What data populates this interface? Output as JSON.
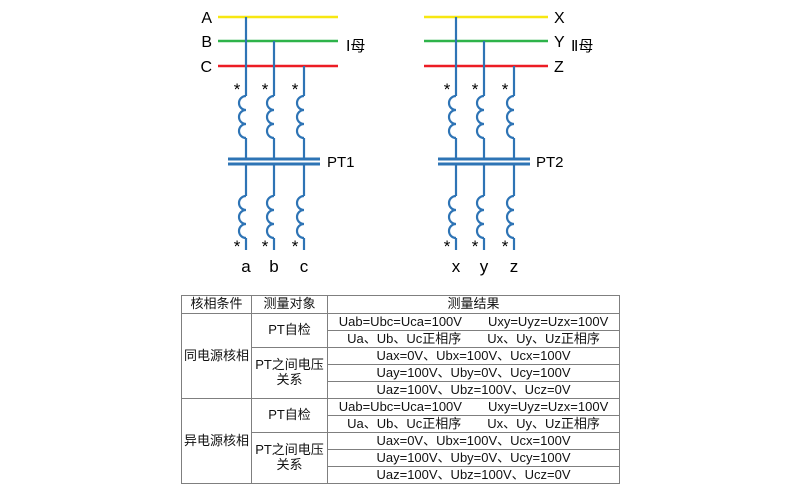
{
  "diagram": {
    "polarity_mark": "*",
    "winding_color": "#2e74b5",
    "bus1": {
      "name": "Ⅰ母",
      "pt_label": "PT1",
      "phases": [
        {
          "label": "A",
          "color": "#f7e711"
        },
        {
          "label": "B",
          "color": "#2eb34a"
        },
        {
          "label": "C",
          "color": "#ec1c24"
        }
      ],
      "terminals": [
        "a",
        "b",
        "c"
      ]
    },
    "bus2": {
      "name": "Ⅱ母",
      "pt_label": "PT2",
      "phases": [
        {
          "label": "X",
          "color": "#f7e711"
        },
        {
          "label": "Y",
          "color": "#2eb34a"
        },
        {
          "label": "Z",
          "color": "#ec1c24"
        }
      ],
      "terminals": [
        "x",
        "y",
        "z"
      ]
    }
  },
  "table": {
    "headers": [
      "核相条件",
      "测量对象",
      "测量结果"
    ],
    "sections": [
      {
        "condition": "同电源核相",
        "groups": [
          {
            "object": "PT自检",
            "results": [
              "Uab=Ubc=Uca=100V　　Uxy=Uyz=Uzx=100V",
              "Ua、Ub、Uc正相序　　Ux、Uy、Uz正相序"
            ]
          },
          {
            "object": "PT之间电压关系",
            "results": [
              "Uax=0V、Ubx=100V、Ucx=100V",
              "Uay=100V、Uby=0V、Ucy=100V",
              "Uaz=100V、Ubz=100V、Ucz=0V"
            ]
          }
        ]
      },
      {
        "condition": "异电源核相",
        "groups": [
          {
            "object": "PT自检",
            "results": [
              "Uab=Ubc=Uca=100V　　Uxy=Uyz=Uzx=100V",
              "Ua、Ub、Uc正相序　　Ux、Uy、Uz正相序"
            ]
          },
          {
            "object": "PT之间电压关系",
            "results": [
              "Uax=0V、Ubx=100V、Ucx=100V",
              "Uay=100V、Uby=0V、Ucy=100V",
              "Uaz=100V、Ubz=100V、Ucz=0V"
            ]
          }
        ]
      }
    ]
  }
}
